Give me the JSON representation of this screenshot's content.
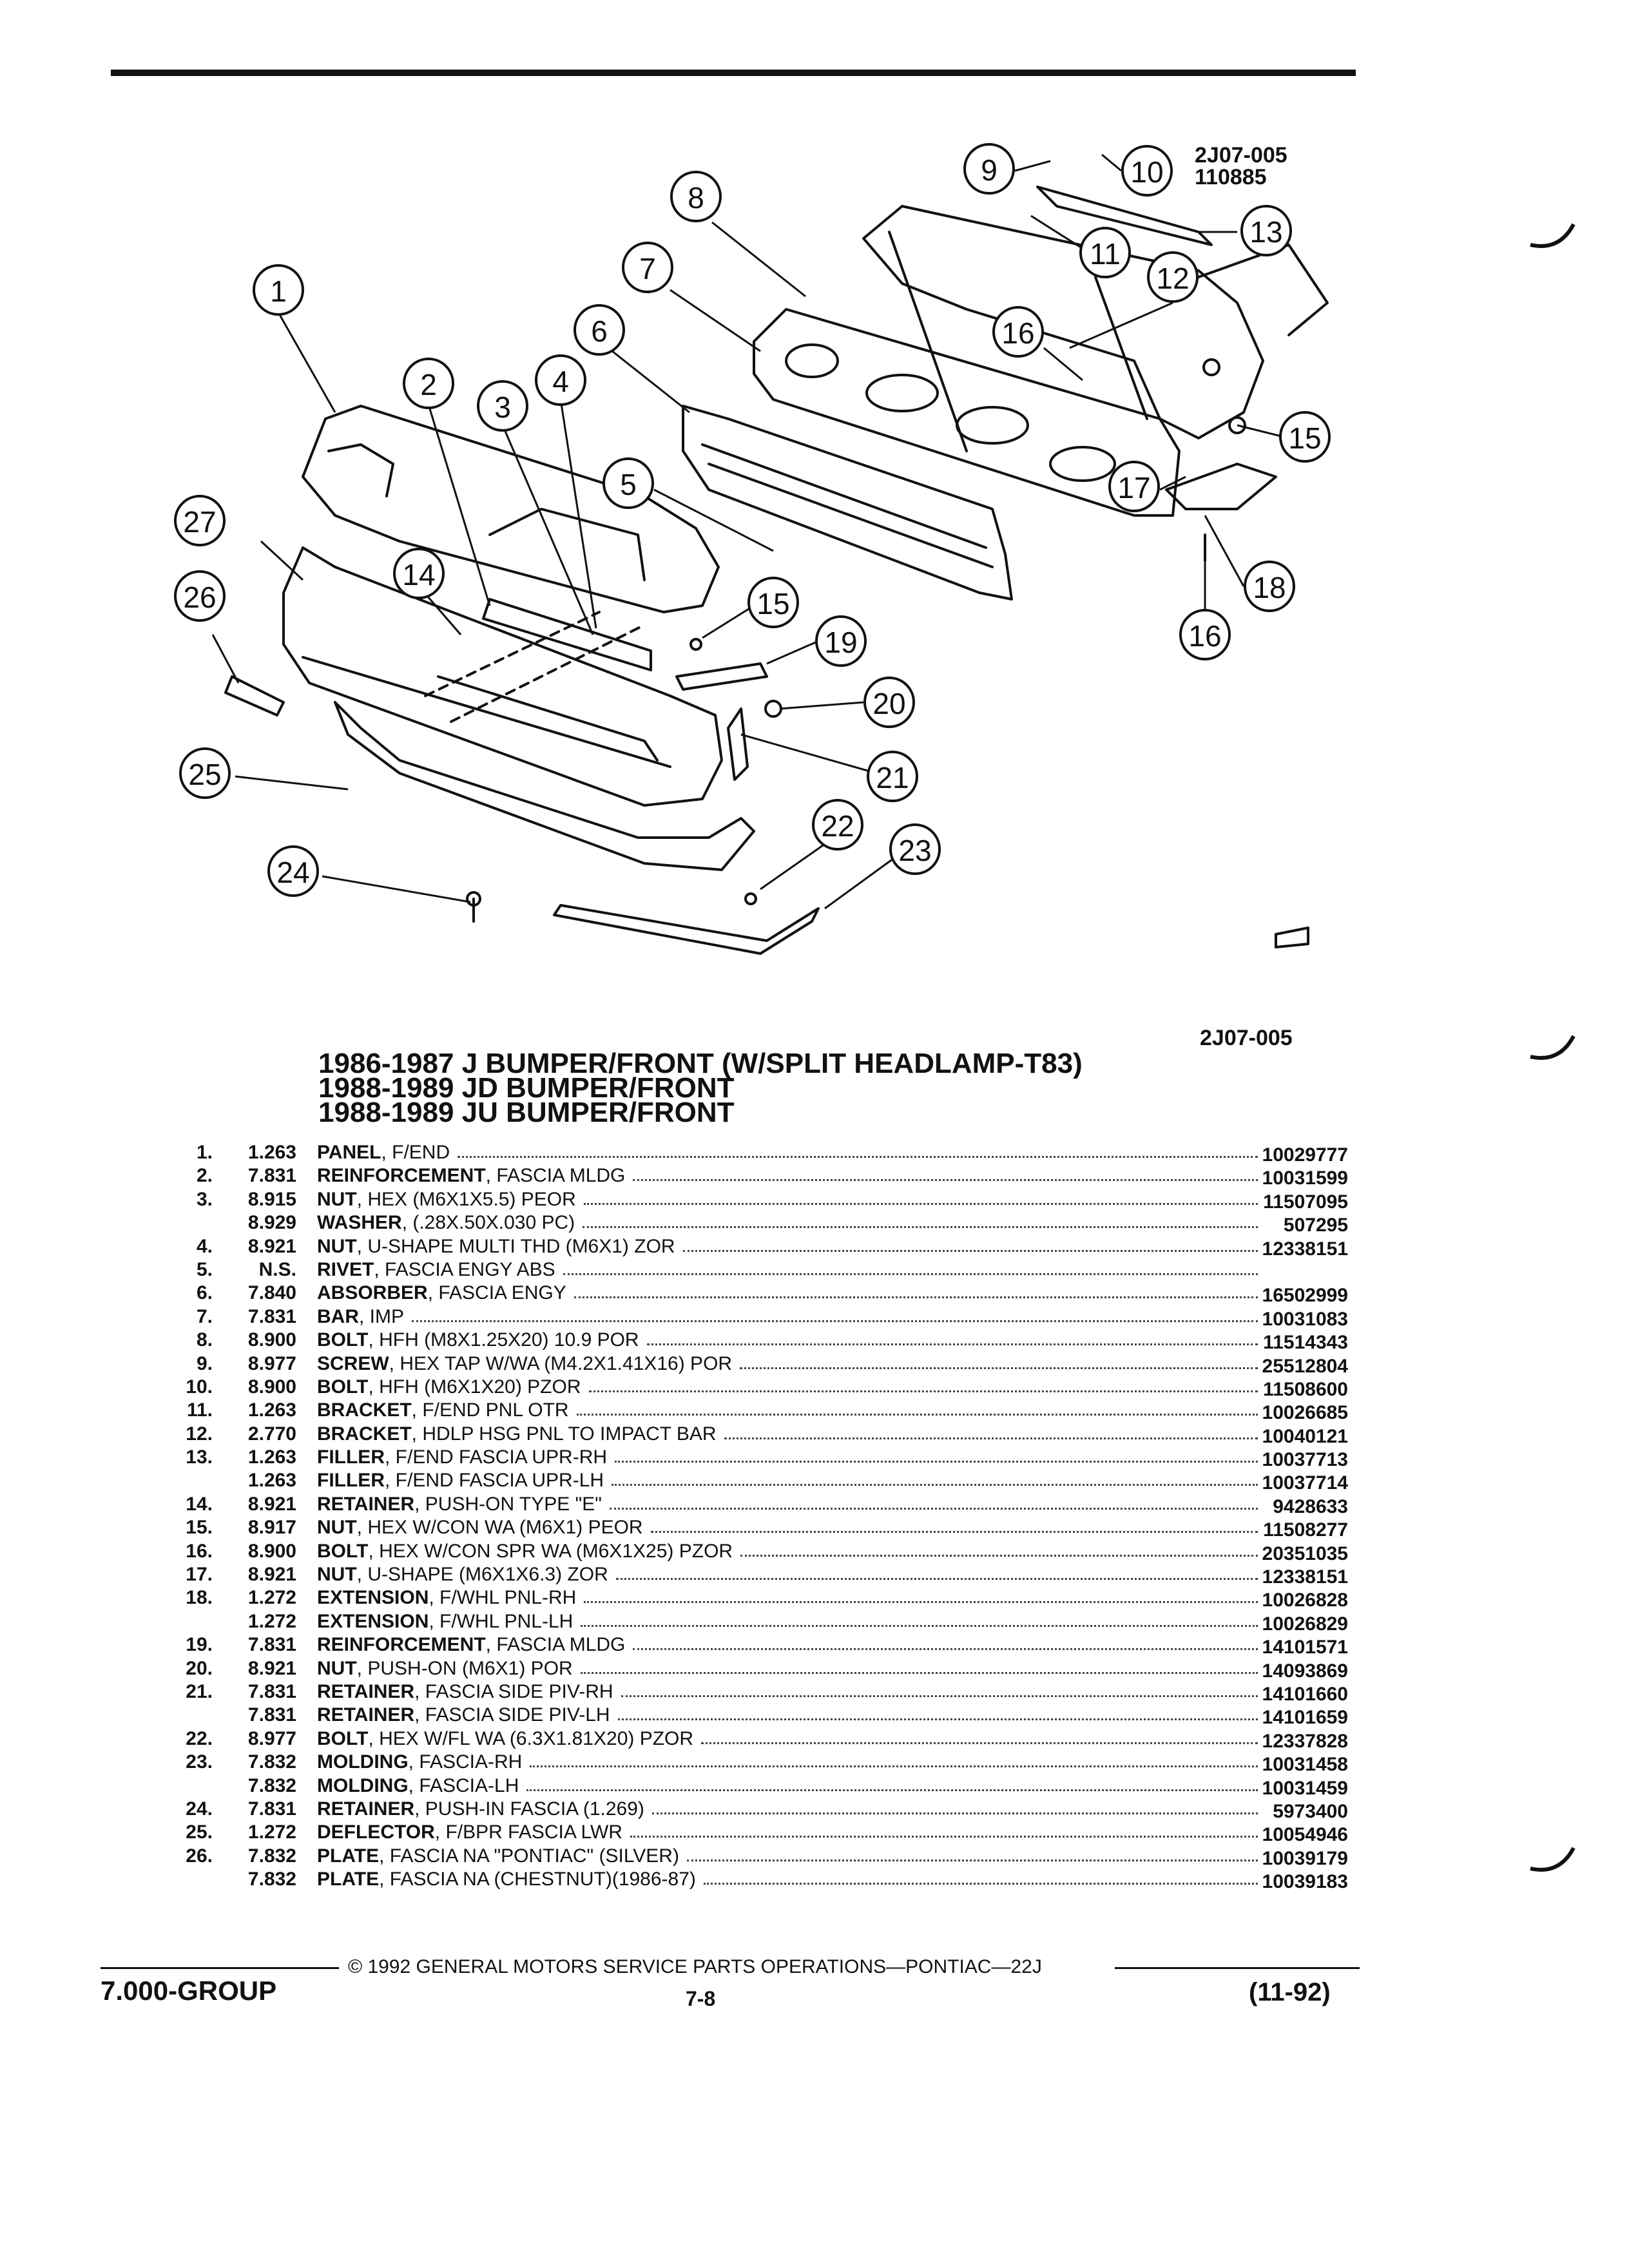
{
  "figure": {
    "id_line1": "2J07-005",
    "id_line2": "110885",
    "ref": "2J07-005",
    "callouts": [
      "1",
      "2",
      "3",
      "4",
      "5",
      "6",
      "7",
      "8",
      "9",
      "10",
      "11",
      "12",
      "13",
      "14",
      "15",
      "16",
      "17",
      "18",
      "19",
      "20",
      "21",
      "22",
      "23",
      "24",
      "25",
      "26",
      "27"
    ]
  },
  "titles": [
    "1986-1987 J BUMPER/FRONT (W/SPLIT HEADLAMP-T83)",
    "1988-1989 JD BUMPER/FRONT",
    "1988-1989 JU BUMPER/FRONT"
  ],
  "parts": [
    {
      "num": "1.",
      "cat": "1.263",
      "name": "PANEL",
      "sub": ", F/END",
      "pn": "10029777"
    },
    {
      "num": "2.",
      "cat": "7.831",
      "name": "REINFORCEMENT",
      "sub": ", FASCIA MLDG",
      "pn": "10031599"
    },
    {
      "num": "3.",
      "cat": "8.915",
      "name": "NUT",
      "sub": ", HEX (M6X1X5.5) PEOR",
      "pn": "11507095"
    },
    {
      "num": "",
      "cat": "8.929",
      "name": "WASHER",
      "sub": ", (.28X.50X.030 PC)",
      "pn": "507295"
    },
    {
      "num": "4.",
      "cat": "8.921",
      "name": "NUT",
      "sub": ", U-SHAPE MULTI THD (M6X1) ZOR",
      "pn": "12338151"
    },
    {
      "num": "5.",
      "cat": "N.S.",
      "name": "RIVET",
      "sub": ", FASCIA ENGY ABS",
      "pn": ""
    },
    {
      "num": "6.",
      "cat": "7.840",
      "name": "ABSORBER",
      "sub": ", FASCIA ENGY",
      "pn": "16502999"
    },
    {
      "num": "7.",
      "cat": "7.831",
      "name": "BAR",
      "sub": ", IMP",
      "pn": "10031083"
    },
    {
      "num": "8.",
      "cat": "8.900",
      "name": "BOLT",
      "sub": ", HFH (M8X1.25X20) 10.9 POR",
      "pn": "11514343"
    },
    {
      "num": "9.",
      "cat": "8.977",
      "name": "SCREW",
      "sub": ", HEX TAP W/WA (M4.2X1.41X16) POR",
      "pn": "25512804"
    },
    {
      "num": "10.",
      "cat": "8.900",
      "name": "BOLT",
      "sub": ", HFH (M6X1X20) PZOR",
      "pn": "11508600"
    },
    {
      "num": "11.",
      "cat": "1.263",
      "name": "BRACKET",
      "sub": ", F/END PNL OTR",
      "pn": "10026685"
    },
    {
      "num": "12.",
      "cat": "2.770",
      "name": "BRACKET",
      "sub": ", HDLP HSG PNL TO IMPACT BAR",
      "pn": "10040121"
    },
    {
      "num": "13.",
      "cat": "1.263",
      "name": "FILLER",
      "sub": ", F/END FASCIA UPR-RH",
      "pn": "10037713"
    },
    {
      "num": "",
      "cat": "1.263",
      "name": "FILLER",
      "sub": ", F/END FASCIA UPR-LH",
      "pn": "10037714"
    },
    {
      "num": "14.",
      "cat": "8.921",
      "name": "RETAINER",
      "sub": ", PUSH-ON TYPE \"E\"",
      "pn": "9428633"
    },
    {
      "num": "15.",
      "cat": "8.917",
      "name": "NUT",
      "sub": ", HEX W/CON WA (M6X1) PEOR",
      "pn": "11508277"
    },
    {
      "num": "16.",
      "cat": "8.900",
      "name": "BOLT",
      "sub": ", HEX W/CON SPR WA (M6X1X25) PZOR",
      "pn": "20351035"
    },
    {
      "num": "17.",
      "cat": "8.921",
      "name": "NUT",
      "sub": ", U-SHAPE (M6X1X6.3) ZOR",
      "pn": "12338151"
    },
    {
      "num": "18.",
      "cat": "1.272",
      "name": "EXTENSION",
      "sub": ", F/WHL PNL-RH",
      "pn": "10026828"
    },
    {
      "num": "",
      "cat": "1.272",
      "name": "EXTENSION",
      "sub": ", F/WHL PNL-LH",
      "pn": "10026829"
    },
    {
      "num": "19.",
      "cat": "7.831",
      "name": "REINFORCEMENT",
      "sub": ", FASCIA MLDG",
      "pn": "14101571"
    },
    {
      "num": "20.",
      "cat": "8.921",
      "name": "NUT",
      "sub": ", PUSH-ON (M6X1) POR",
      "pn": "14093869"
    },
    {
      "num": "21.",
      "cat": "7.831",
      "name": "RETAINER",
      "sub": ", FASCIA SIDE PIV-RH",
      "pn": "14101660"
    },
    {
      "num": "",
      "cat": "7.831",
      "name": "RETAINER",
      "sub": ", FASCIA SIDE PIV-LH",
      "pn": "14101659"
    },
    {
      "num": "22.",
      "cat": "8.977",
      "name": "BOLT",
      "sub": ", HEX W/FL WA (6.3X1.81X20) PZOR",
      "pn": "12337828"
    },
    {
      "num": "23.",
      "cat": "7.832",
      "name": "MOLDING",
      "sub": ", FASCIA-RH",
      "pn": "10031458"
    },
    {
      "num": "",
      "cat": "7.832",
      "name": "MOLDING",
      "sub": ", FASCIA-LH",
      "pn": "10031459"
    },
    {
      "num": "24.",
      "cat": "7.831",
      "name": "RETAINER",
      "sub": ", PUSH-IN FASCIA (1.269)",
      "pn": "5973400"
    },
    {
      "num": "25.",
      "cat": "1.272",
      "name": "DEFLECTOR",
      "sub": ", F/BPR FASCIA LWR",
      "pn": "10054946"
    },
    {
      "num": "26.",
      "cat": "7.832",
      "name": "PLATE",
      "sub": ", FASCIA NA \"PONTIAC\" (SILVER)",
      "pn": "10039179"
    },
    {
      "num": "",
      "cat": "7.832",
      "name": "PLATE",
      "sub": ", FASCIA NA (CHESTNUT)(1986-87)",
      "pn": "10039183"
    }
  ],
  "footer": {
    "copyright": "© 1992 GENERAL MOTORS SERVICE PARTS OPERATIONS—PONTIAC—22J",
    "group": "7.000-GROUP",
    "page": "7-8",
    "date": "(11-92)"
  }
}
